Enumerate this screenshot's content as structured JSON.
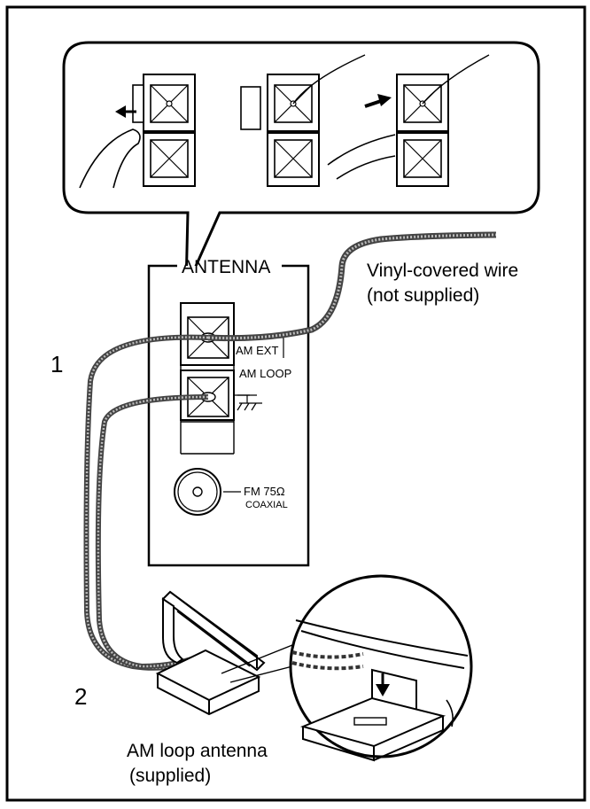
{
  "labels": {
    "antenna": "ANTENNA",
    "am_ext": "AM EXT",
    "am_loop": "AM LOOP",
    "fm": "FM 75Ω",
    "coaxial": "COAXIAL",
    "wire_line1": "Vinyl-covered wire",
    "wire_line2": "(not supplied)",
    "loop_line1": "AM loop antenna",
    "loop_line2": "(supplied)",
    "step1": "1",
    "step2": "2"
  }
}
